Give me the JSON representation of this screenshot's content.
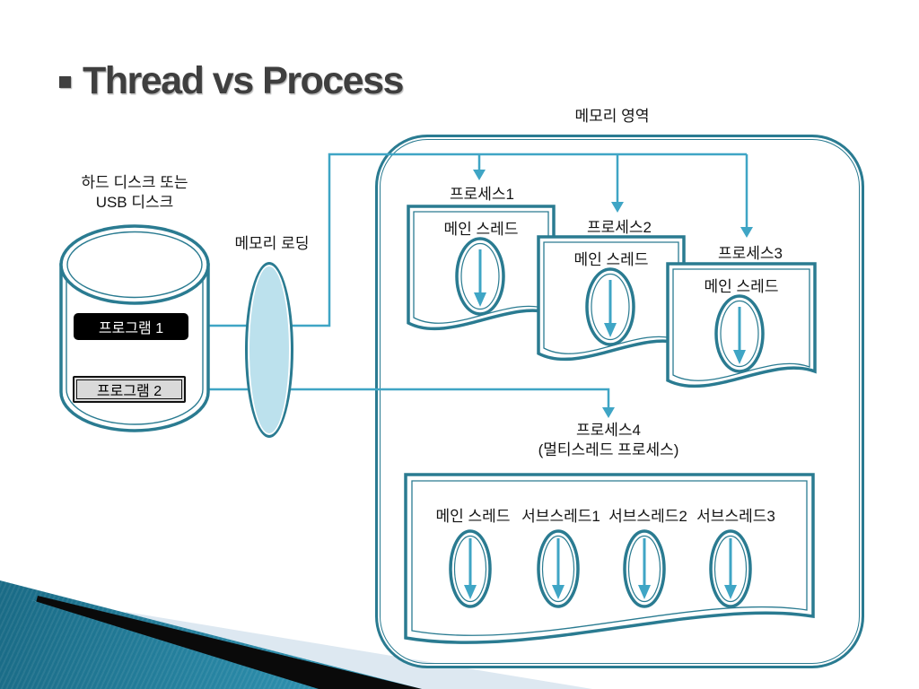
{
  "title": {
    "text": "Thread vs Process"
  },
  "disk": {
    "caption_line1": "하드 디스크 또는",
    "caption_line2": "USB 디스크",
    "programs": [
      {
        "label": "프로그램 1"
      },
      {
        "label": "프로그램 2"
      }
    ]
  },
  "memory": {
    "area_label": "메모리 영역",
    "loading_label": "메모리 로딩"
  },
  "processes": [
    {
      "name": "프로세스1",
      "threads": [
        "메인 스레드"
      ]
    },
    {
      "name": "프로세스2",
      "threads": [
        "메인 스레드"
      ]
    },
    {
      "name": "프로세스3",
      "threads": [
        "메인 스레드"
      ]
    },
    {
      "name": "프로세스4",
      "subtitle": "(멀티스레드 프로세스)",
      "threads": [
        "메인 스레드",
        "서브스레드1",
        "서브스레드2",
        "서브스레드3"
      ]
    }
  ],
  "colors": {
    "teal_border": "#2a7b91",
    "connector_blue": "#3fa5c5",
    "lens_fill": "#bce1ed",
    "program1_bg": "#000000",
    "program2_bg": "#d9d9d9",
    "title_gray": "#3f3f3f",
    "corner_pale": "#dde8f1",
    "corner_black": "#0a0a0a",
    "corner_teal_dark": "#135f79",
    "corner_teal_light": "#5cbbd2"
  }
}
